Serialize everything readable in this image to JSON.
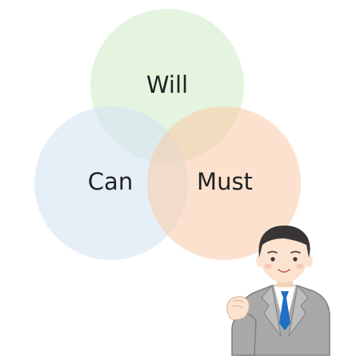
{
  "venn": {
    "will_label": "Will",
    "can_label": "Can",
    "must_label": "Must"
  },
  "colors": {
    "will": "#cdebc4",
    "can": "#d6e4f4",
    "must": "#f9cba6",
    "suit": "#a9a9a9",
    "tie": "#1f6fc4",
    "hair": "#3a3535",
    "skin": "#fbe3cf"
  }
}
